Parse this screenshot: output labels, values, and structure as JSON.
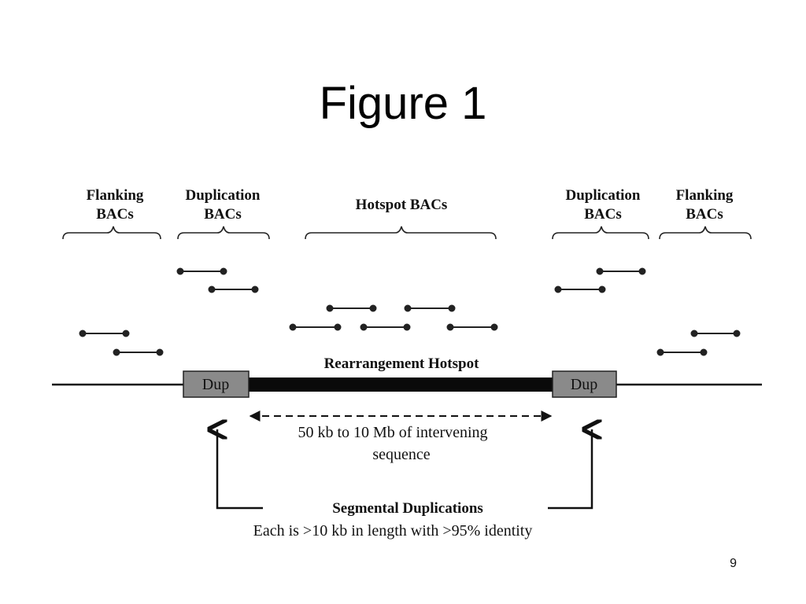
{
  "slide": {
    "title": "Figure 1",
    "page_number": "9"
  },
  "figure": {
    "groups": {
      "flanking_left": [
        "Flanking",
        "BACs"
      ],
      "duplication_left": [
        "Duplication",
        "BACs"
      ],
      "hotspot": "Hotspot BACs",
      "duplication_right": [
        "Duplication",
        "BACs"
      ],
      "flanking_right": [
        "Flanking",
        "BACs"
      ]
    },
    "hotspot_label": "Rearrangement Hotspot",
    "dup_box_label": "Dup",
    "interval_label": [
      "50 kb to 10 Mb of intervening",
      "sequence"
    ],
    "segdup_title": "Segmental Duplications",
    "segdup_note": "Each is >10 kb in length with >95% identity"
  }
}
